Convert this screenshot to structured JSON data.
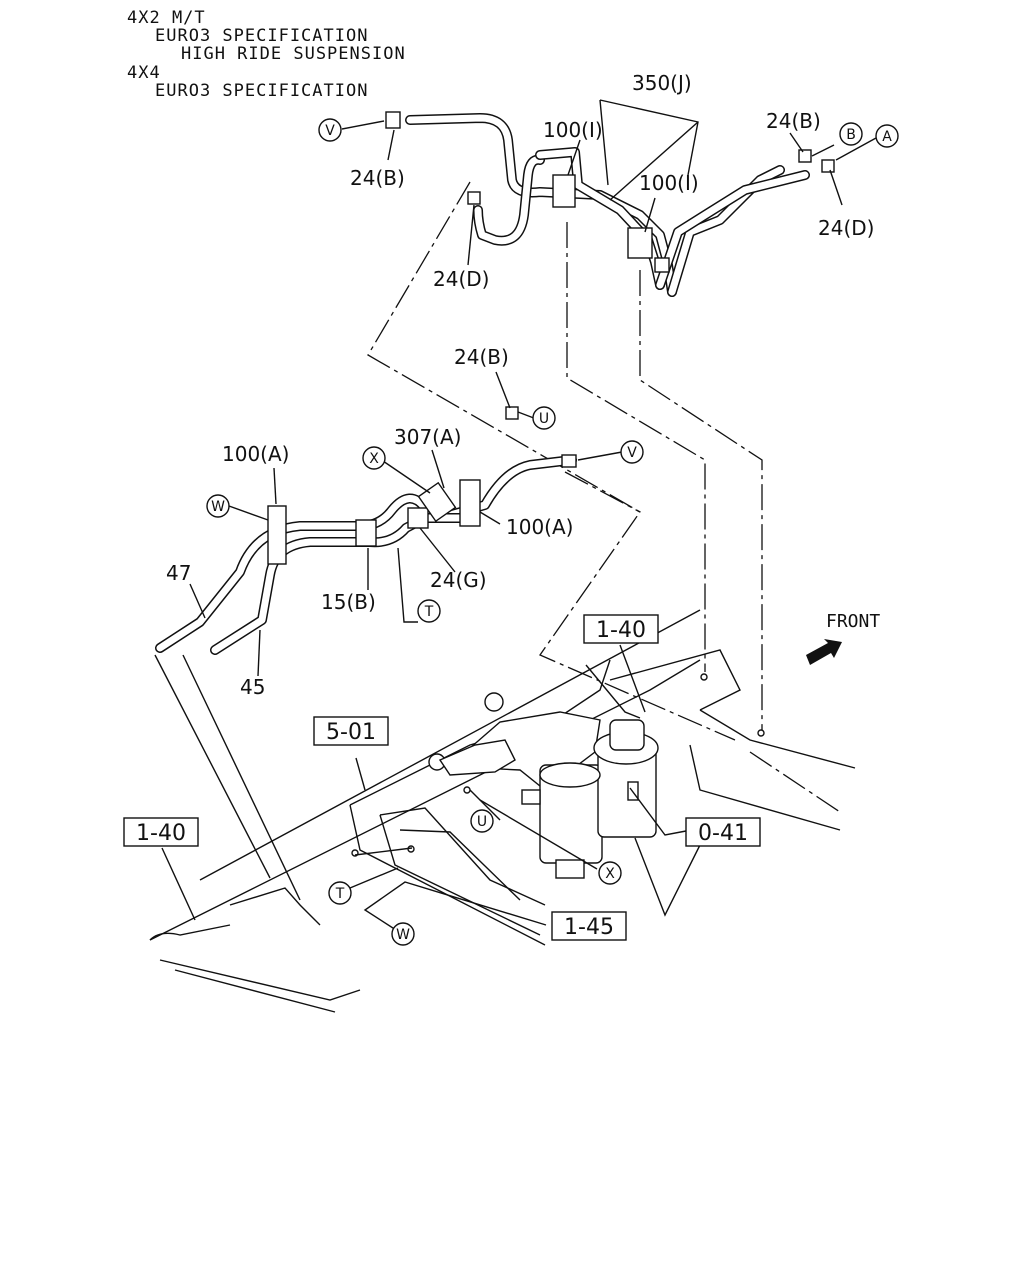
{
  "header": {
    "lines": [
      "4X2 M/T",
      "EURO3 SPECIFICATION",
      "HIGH RIDE SUSPENSION",
      "4X4",
      "EURO3 SPECIFICATION"
    ]
  },
  "labels": {
    "l_350j": "350(J)",
    "l_100i_a": "100(I)",
    "l_100i_b": "100(I)",
    "l_24b_v": "24(B)",
    "l_24b_b": "24(B)",
    "l_24d_right": "24(D)",
    "l_24d_mid": "24(D)",
    "l_24b_u": "24(B)",
    "l_307a": "307(A)",
    "l_100a_left": "100(A)",
    "l_100a_right": "100(A)",
    "l_24g": "24(G)",
    "l_15b": "15(B)",
    "l_47": "47",
    "l_45": "45",
    "front": "FRONT"
  },
  "refs": {
    "r_1_40_top": "1-40",
    "r_5_01": "5-01",
    "r_1_40_left": "1-40",
    "r_0_41": "0-41",
    "r_1_45": "1-45"
  },
  "markers": {
    "m_v_top": "V",
    "m_b": "B",
    "m_a": "A",
    "m_u_mid": "U",
    "m_x_mid": "X",
    "m_v_mid": "V",
    "m_w_mid": "W",
    "m_t_mid": "T",
    "m_u_low": "U",
    "m_x_low": "X",
    "m_t_low": "T",
    "m_w_low": "W"
  }
}
